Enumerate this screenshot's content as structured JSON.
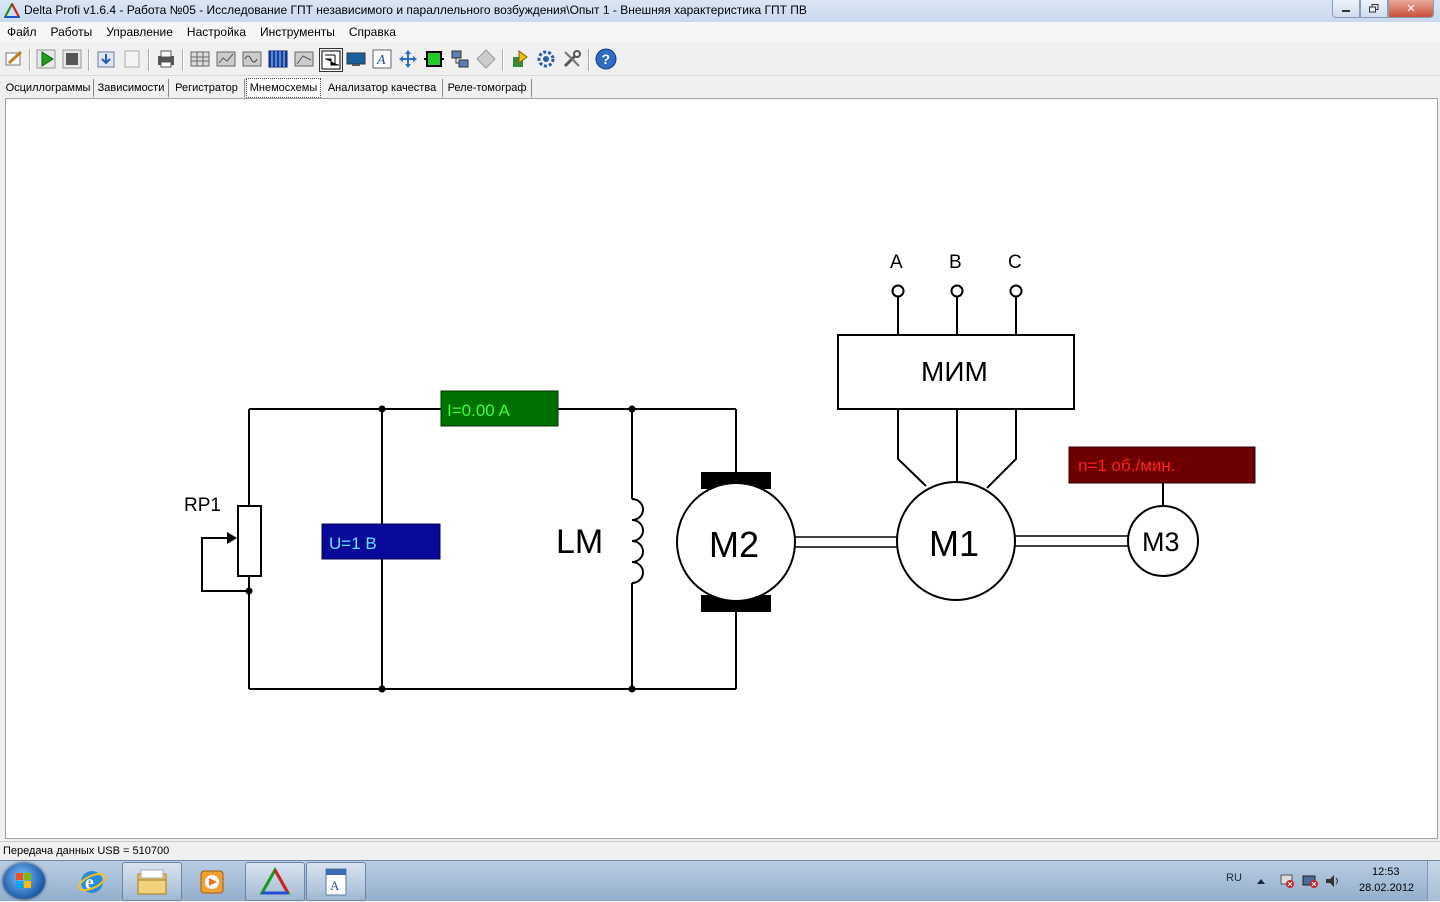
{
  "window": {
    "title": "Delta Profi v1.6.4 - Работа №05 - Исследование ГПТ независимого и параллельного возбуждения\\Опыт 1 - Внешняя характеристика ГПТ ПВ"
  },
  "menu": [
    "Файл",
    "Работы",
    "Управление",
    "Настройка",
    "Инструменты",
    "Справка"
  ],
  "tabs": [
    {
      "label": "Осциллограммы",
      "active": false
    },
    {
      "label": "Зависимости",
      "active": false
    },
    {
      "label": "Регистратор",
      "active": false
    },
    {
      "label": "Мнемосхемы",
      "active": true
    },
    {
      "label": "Анализатор качества",
      "active": false
    },
    {
      "label": "Реле-томограф",
      "active": false
    }
  ],
  "diagram": {
    "rheostat_label": "RP1",
    "current_meter": "I=0.00 A",
    "voltage_meter": "U=1 B",
    "field_winding_label": "LM",
    "motor_m2": "M2",
    "motor_m1": "M1",
    "motor_m3": "M3",
    "converter_label": "МИМ",
    "phase_a": "A",
    "phase_b": "B",
    "phase_c": "C",
    "speed_meter": "n=1 об./мин.",
    "colors": {
      "current_bg": "#007000",
      "current_text": "#3cff3c",
      "voltage_bg": "#0a0a9a",
      "voltage_text": "#5fe8ff",
      "speed_bg": "#6e0000",
      "speed_text": "#ff2020"
    }
  },
  "status": {
    "text": "Передача данных USB = 510700"
  },
  "taskbar": {
    "lang": "RU",
    "time": "12:53",
    "date": "28.02.2012"
  }
}
